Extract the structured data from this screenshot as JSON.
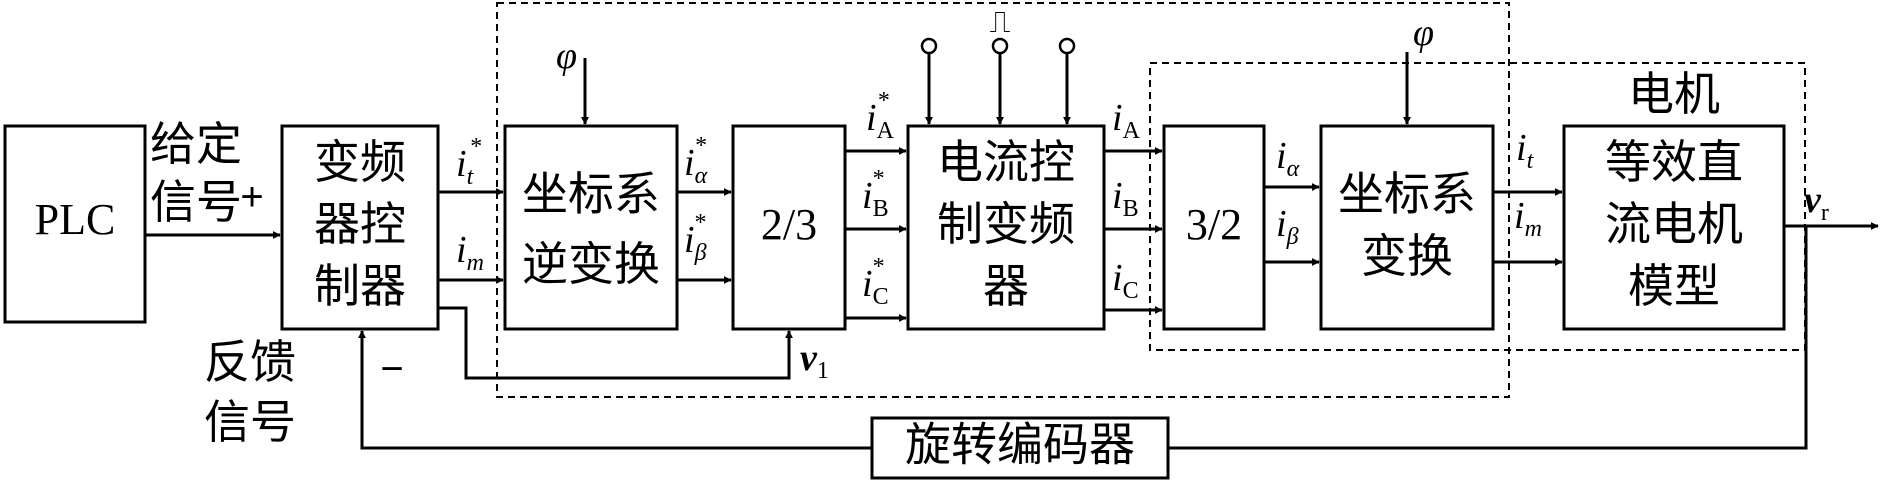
{
  "blocks": {
    "plc": "PLC",
    "vfd_controller": [
      "变频",
      "器控",
      "制器"
    ],
    "inverse_transform": [
      "坐标系",
      "逆变换"
    ],
    "two_three": "2/3",
    "current_vfd": [
      "电流控",
      "制变频",
      "器"
    ],
    "three_two": "3/2",
    "transform": [
      "坐标系",
      "变换"
    ],
    "dc_motor_model": [
      "等效直",
      "流电机",
      "模型"
    ],
    "encoder": "旋转编码器"
  },
  "labels": {
    "setpoint": [
      "给定",
      "信号"
    ],
    "feedback": [
      "反馈",
      "信号"
    ],
    "motor": "电机",
    "plus": "+",
    "minus": "−",
    "phi": "φ",
    "step": "⎍"
  },
  "signals": {
    "it_star": {
      "base": "i",
      "sub": "t",
      "sup": "*"
    },
    "im_star": {
      "base": "i",
      "sub": "m",
      "sup": ""
    },
    "ialpha_star": {
      "base": "i",
      "sub": "α",
      "sup": "*"
    },
    "ibeta_star": {
      "base": "i",
      "sub": "β",
      "sup": "*"
    },
    "iA_star": {
      "base": "i",
      "sub": "A",
      "sup": "*"
    },
    "iB_star": {
      "base": "i",
      "sub": "B",
      "sup": "*"
    },
    "iC_star": {
      "base": "i",
      "sub": "C",
      "sup": "*"
    },
    "iA": {
      "base": "i",
      "sub": "A",
      "sup": ""
    },
    "iB": {
      "base": "i",
      "sub": "B",
      "sup": ""
    },
    "iC": {
      "base": "i",
      "sub": "C",
      "sup": ""
    },
    "ialpha": {
      "base": "i",
      "sub": "α",
      "sup": ""
    },
    "ibeta": {
      "base": "i",
      "sub": "β",
      "sup": ""
    },
    "it": {
      "base": "i",
      "sub": "t",
      "sup": ""
    },
    "im": {
      "base": "i",
      "sub": "m",
      "sup": ""
    },
    "v1": {
      "base": "v",
      "sub": "1",
      "sup": ""
    },
    "vr": {
      "base": "v",
      "sub": "r",
      "sup": ""
    }
  }
}
